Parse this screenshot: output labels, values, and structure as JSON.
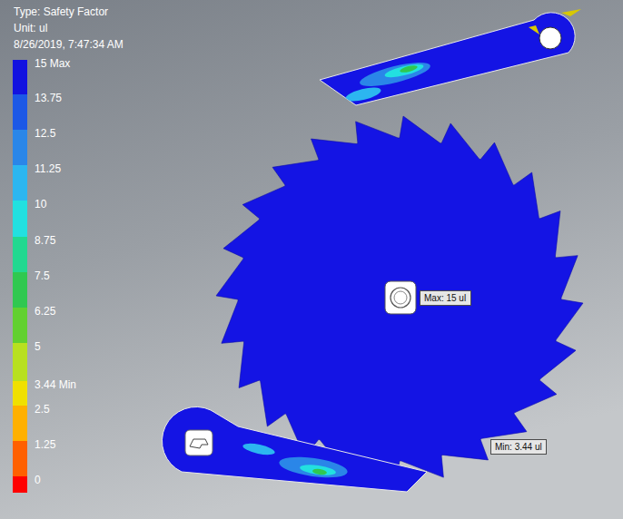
{
  "diagram": {
    "nodes": [
      {
        "text": [
          "Max: 15 ul"
        ]
      },
      {
        "text": [
          "Min: 3.44 ul"
        ]
      }
    ],
    "labels": [
      "Type: Safety Factor",
      "Unit: ul",
      "8/26/2019, 7:47:34 AM"
    ],
    "legend": [
      {
        "text": "15 Max",
        "color": "#1212e0"
      },
      {
        "text": "13.75",
        "color": "#1c58e6"
      },
      {
        "text": "12.5",
        "color": "#2a86e8"
      },
      {
        "text": "11.25",
        "color": "#2cb6f0"
      },
      {
        "text": "10",
        "color": "#22e0e0"
      },
      {
        "text": "8.75",
        "color": "#22d890"
      },
      {
        "text": "7.5",
        "color": "#30c850"
      },
      {
        "text": "6.25",
        "color": "#62d030"
      },
      {
        "text": "5",
        "color": "#b8e020"
      },
      {
        "text": "3.44 Min",
        "color": "#f0e000"
      },
      {
        "text": "2.5",
        "color": "#ffb000"
      },
      {
        "text": "1.25",
        "color": "#ff6000"
      },
      {
        "text": "0",
        "color": "#ff0000"
      }
    ]
  }
}
